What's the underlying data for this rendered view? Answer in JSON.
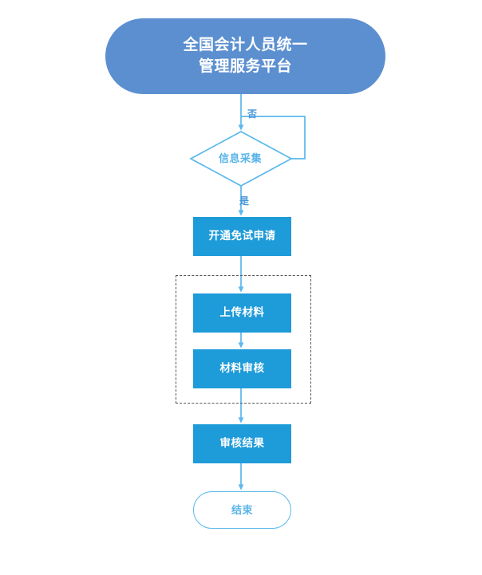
{
  "diagram": {
    "title_node": {
      "name": "start-terminator",
      "lines": [
        "全国会计人员统一",
        "管理服务平台"
      ],
      "shape": "rounded-terminator",
      "fill": "#5B8FD0",
      "text_color": "#FFFFFF"
    },
    "decision": {
      "name": "information-collection-decision",
      "label": "信息采集",
      "shape": "diamond",
      "stroke": "#5BB8EC",
      "text_color": "#59B4E8"
    },
    "edge_labels": {
      "no": "否",
      "yes": "是",
      "color": "#4A96D8"
    },
    "process_nodes": [
      {
        "name": "open-exemption-application",
        "label": "开通免试申请",
        "fill": "#1E9BD9",
        "text_color": "#FFFFFF"
      },
      {
        "name": "upload-materials",
        "label": "上传材料",
        "fill": "#1E9BD9",
        "text_color": "#FFFFFF"
      },
      {
        "name": "material-audit",
        "label": "材料审核",
        "fill": "#1E9BD9",
        "text_color": "#FFFFFF"
      },
      {
        "name": "audit-result",
        "label": "审核结果",
        "fill": "#1E9BD9",
        "text_color": "#FFFFFF"
      }
    ],
    "group_box": {
      "name": "material-submission-group",
      "border_style": "dashed",
      "border_color": "#555555",
      "contains": [
        "上传材料",
        "材料审核"
      ]
    },
    "end_node": {
      "name": "end-terminator",
      "label": "结束",
      "shape": "rounded-terminator",
      "stroke": "#5BB8EC",
      "text_color": "#59B4E8"
    },
    "connector_color": "#5BB8EC"
  },
  "chart_data": {
    "type": "flowchart",
    "title": "全国会计人员统一管理服务平台",
    "nodes": [
      {
        "id": "start",
        "label": "全国会计人员统一管理服务平台",
        "type": "terminator"
      },
      {
        "id": "decide",
        "label": "信息采集",
        "type": "decision"
      },
      {
        "id": "apply",
        "label": "开通免试申请",
        "type": "process"
      },
      {
        "id": "upload",
        "label": "上传材料",
        "type": "process"
      },
      {
        "id": "audit",
        "label": "材料审核",
        "type": "process"
      },
      {
        "id": "result",
        "label": "审核结果",
        "type": "process"
      },
      {
        "id": "end",
        "label": "结束",
        "type": "terminator"
      }
    ],
    "edges": [
      {
        "from": "start",
        "to": "decide",
        "label": ""
      },
      {
        "from": "decide",
        "to": "decide",
        "label": "否"
      },
      {
        "from": "decide",
        "to": "apply",
        "label": "是"
      },
      {
        "from": "apply",
        "to": "upload",
        "label": ""
      },
      {
        "from": "upload",
        "to": "audit",
        "label": ""
      },
      {
        "from": "audit",
        "to": "result",
        "label": ""
      },
      {
        "from": "result",
        "to": "end",
        "label": ""
      }
    ],
    "groups": [
      {
        "label": "",
        "style": "dashed",
        "members": [
          "upload",
          "audit"
        ]
      }
    ]
  }
}
